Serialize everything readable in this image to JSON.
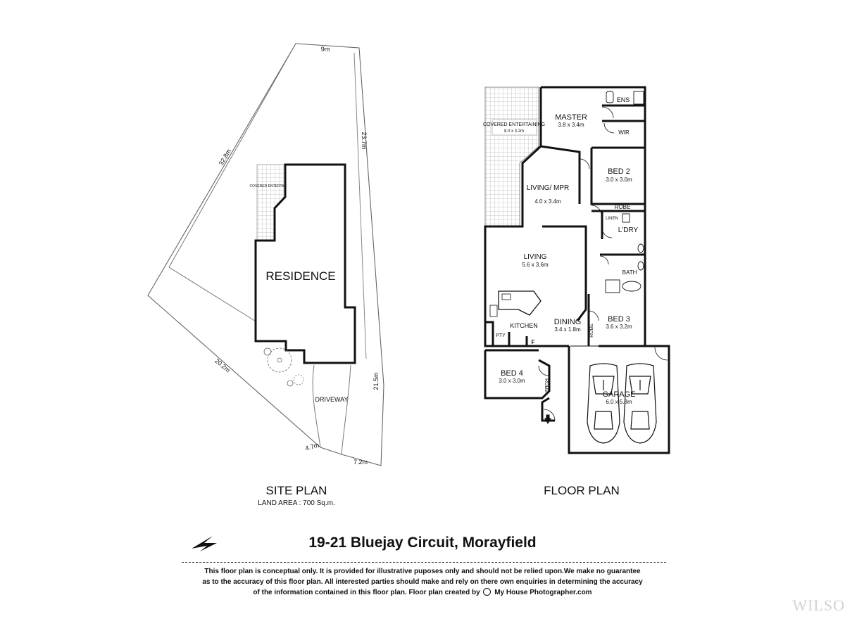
{
  "site_plan": {
    "label": "SITE PLAN",
    "land_area": "LAND AREA : 700 Sq.m.",
    "residence_label": "RESIDENCE",
    "covered_label": "COVERED ENTERTAINING",
    "driveway_label": "DRIVEWAY",
    "dimensions": [
      "9m",
      "23.7m",
      "32.8m",
      "20.2m",
      "21.5m",
      "4.7m",
      "7.2m"
    ]
  },
  "floor_plan": {
    "label": "FLOOR PLAN",
    "rooms": [
      {
        "name": "MASTER",
        "size": "3.8 x 3.4m"
      },
      {
        "name": "ENS",
        "size": ""
      },
      {
        "name": "WIR",
        "size": ""
      },
      {
        "name": "COVERED ENTERTAINING",
        "size": "8.0 x 3.2m"
      },
      {
        "name": "LIVING/ MPR",
        "size": "4.0 x 3.4m"
      },
      {
        "name": "BED 2",
        "size": "3.0 x 3.0m"
      },
      {
        "name": "ROBE",
        "size": ""
      },
      {
        "name": "LINEN",
        "size": ""
      },
      {
        "name": "L'DRY",
        "size": ""
      },
      {
        "name": "LIVING",
        "size": "5.6 x 3.6m"
      },
      {
        "name": "BATH",
        "size": ""
      },
      {
        "name": "BED 3",
        "size": "3.6 x 3.2m"
      },
      {
        "name": "ROBE",
        "size": ""
      },
      {
        "name": "DINING",
        "size": "3.4 x 1.8m"
      },
      {
        "name": "KITCHEN",
        "size": ""
      },
      {
        "name": "PTY",
        "size": ""
      },
      {
        "name": "F",
        "size": ""
      },
      {
        "name": "BED 4",
        "size": "3.0 x 3.0m"
      },
      {
        "name": "ROBE",
        "size": ""
      },
      {
        "name": "GARAGE",
        "size": "6.0 x 5.8m"
      }
    ]
  },
  "address": "19-21 Bluejay Circuit, Morayfield",
  "disclaimer": {
    "line1": "This floor plan is conceptual only. It is provided for illustrative puposes only and should not be relied upon.We make no guarantee",
    "line2": "as to the accuracy of this floor plan. All interested parties should make and rely on there own enquiries in determining the accuracy",
    "line3": "of the information contained in this floor plan. Floor plan created by",
    "brand": "My House Photographer.com"
  },
  "watermark": "WILSO",
  "icons": [
    "north-arrow-icon",
    "camera-logo-icon",
    "car-icon",
    "tree-icon",
    "entry-arrow-icon"
  ],
  "colors": {
    "line": "#111111",
    "hatch": "#bbbbbb",
    "site_line": "#666666"
  }
}
